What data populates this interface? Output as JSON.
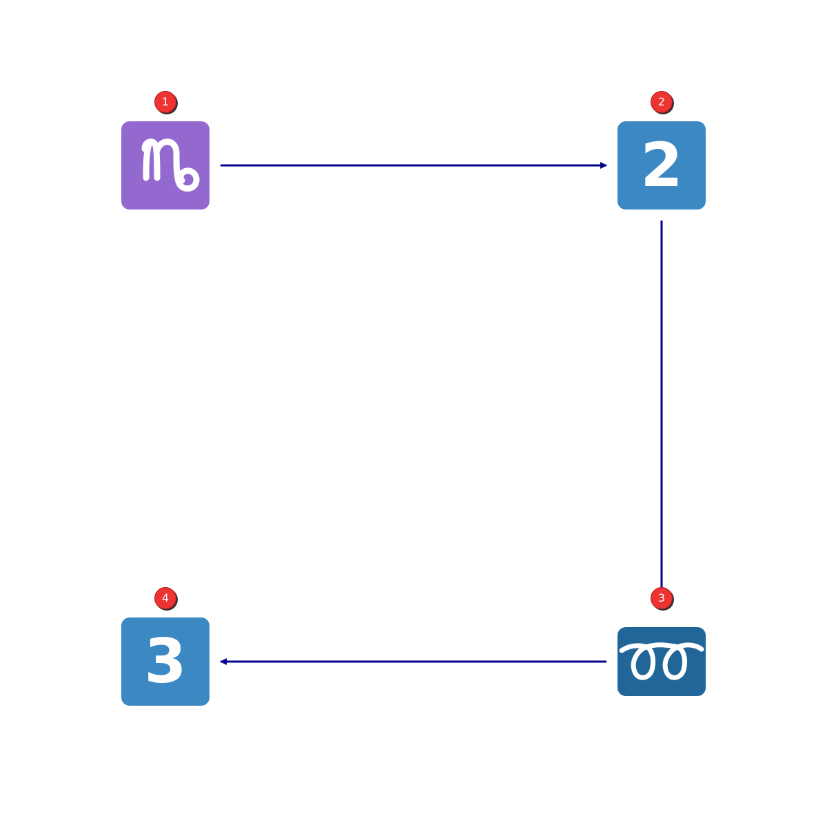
{
  "colors": {
    "edge": "#00008b",
    "badge": "#ee3333",
    "tile_purple": "#9369cf",
    "tile_blue": "#3b88c3",
    "tile_darkblue": "#226699"
  },
  "nodes": [
    {
      "badge": "1",
      "icon": "capricorn-icon",
      "tile_color": "#9369cf"
    },
    {
      "badge": "2",
      "icon": "keycap-digit-two-icon",
      "label": "2",
      "tile_color": "#3b88c3"
    },
    {
      "badge": "3",
      "icon": "double-curly-loop-icon",
      "tile_color": "#226699"
    },
    {
      "badge": "4",
      "icon": "keycap-digit-three-icon",
      "label": "3",
      "tile_color": "#3b88c3"
    }
  ],
  "edges": [
    {
      "from": "1",
      "to": "2",
      "arrow": true
    },
    {
      "from": "2",
      "to": "3",
      "arrow": false
    },
    {
      "from": "3",
      "to": "4",
      "arrow": true
    }
  ]
}
